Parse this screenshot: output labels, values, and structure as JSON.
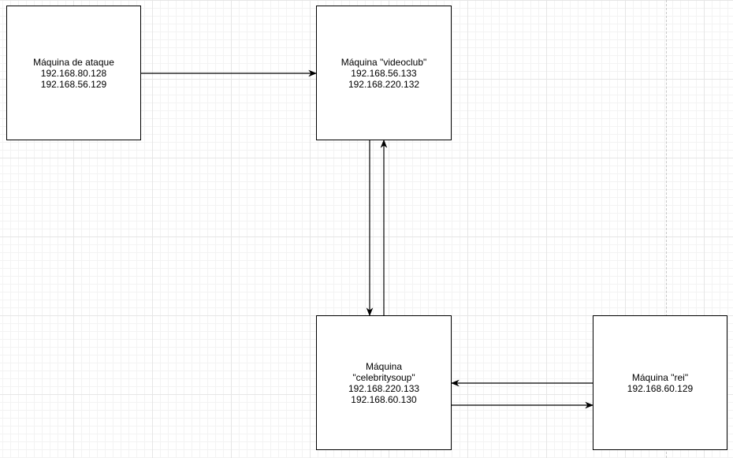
{
  "nodes": {
    "attack": {
      "title": "Máquina de ataque",
      "lines": [
        "192.168.80.128",
        "192.168.56.129"
      ]
    },
    "videoclub": {
      "title": "Máquina \"videoclub\"",
      "lines": [
        "192.168.56.133",
        "192.168.220.132"
      ]
    },
    "celebritysoup": {
      "title_lines": [
        "Máquina",
        "\"celebritysoup\""
      ],
      "lines": [
        "192.168.220.133",
        "192.168.60.130"
      ]
    },
    "rei": {
      "title": "Máquina \"rei\"",
      "lines": [
        "192.168.60.129"
      ]
    }
  },
  "edges": [
    {
      "from": "attack",
      "to": "videoclub"
    },
    {
      "from": "videoclub",
      "to": "celebritysoup"
    },
    {
      "from": "celebritysoup",
      "to": "videoclub"
    },
    {
      "from": "rei",
      "to": "celebritysoup"
    },
    {
      "from": "celebritysoup",
      "to": "rei"
    }
  ]
}
